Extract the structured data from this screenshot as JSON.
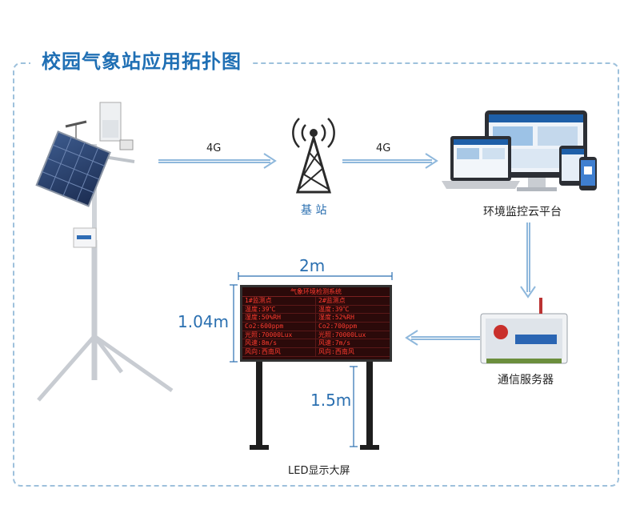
{
  "title": "校园气象站应用拓扑图",
  "links": {
    "left_label": "4G",
    "right_label": "4G"
  },
  "nodes": {
    "base_station": "基 站",
    "platform": "环境监控云平台",
    "server": "通信服务器",
    "led": "LED显示大屏"
  },
  "led_screen": {
    "title": "气象环境检测系统",
    "left_header": "1#监测点",
    "right_header": "2#监测点",
    "left_rows": [
      "温度:39℃",
      "湿度:50%RH",
      "Co2:600ppm",
      "光照:70000Lux",
      "风速:8m/s",
      "风向:西南风"
    ],
    "right_rows": [
      "温度:39℃",
      "湿度:52%RH",
      "Co2:700ppm",
      "光照:70000Lux",
      "风速:7m/s",
      "风向:西南风"
    ]
  },
  "dimensions": {
    "width": "2m",
    "height": "1.04m",
    "pole": "1.5m"
  },
  "colors": {
    "accent": "#1f6fb4",
    "arrow": "#8fb8dc",
    "led_text": "#ff3b2f"
  }
}
